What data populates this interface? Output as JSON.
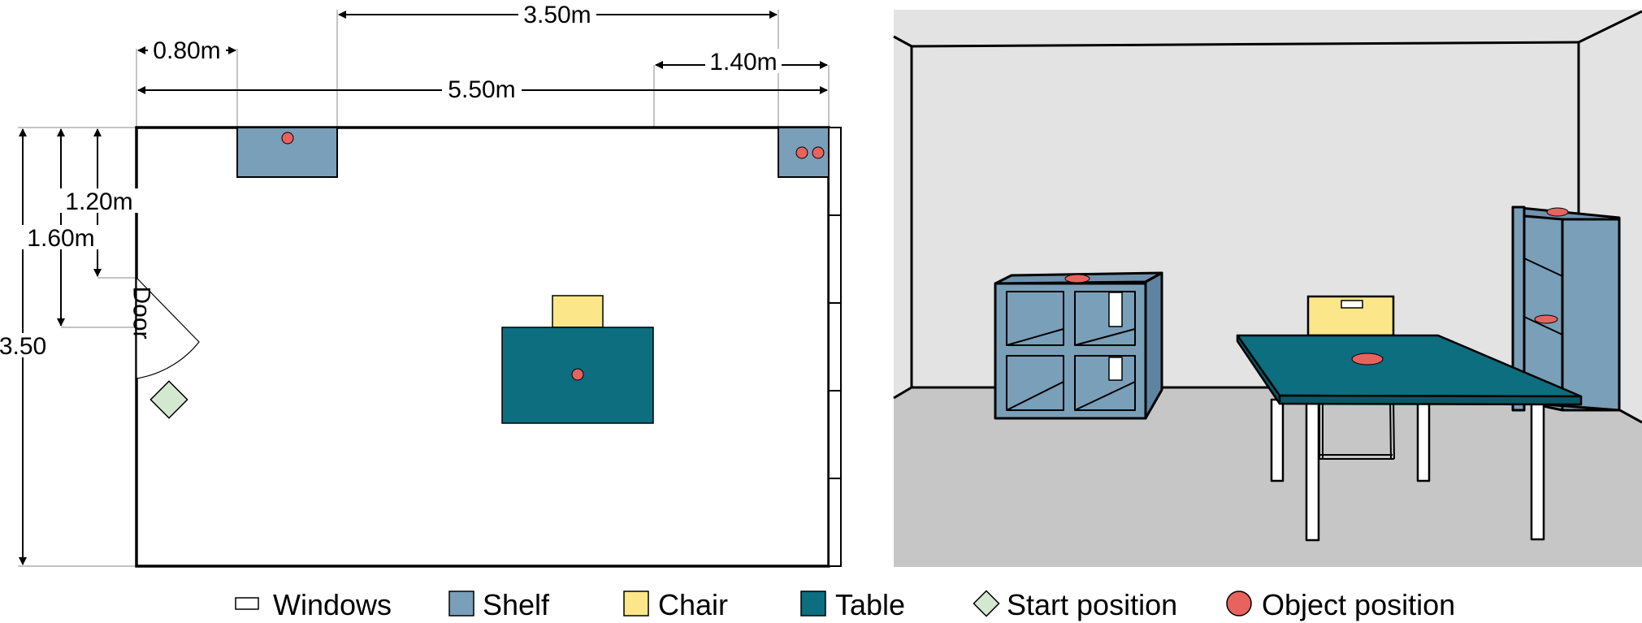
{
  "floor_plan": {
    "dimensions": {
      "total_width": "5.50m",
      "shelf_to_right_shelf": "3.50m",
      "left_to_shelf": "0.80m",
      "table_to_right": "1.40m",
      "door_top": "1.20m",
      "door_bottom": "1.60m",
      "room_depth": "3.50"
    },
    "door_label": "Door"
  },
  "legend": [
    {
      "label": "Windows",
      "swatch": "window",
      "color": "#ffffff"
    },
    {
      "label": "Shelf",
      "swatch": "rect",
      "color": "#7a9fb8"
    },
    {
      "label": "Chair",
      "swatch": "rect",
      "color": "#fbe78a"
    },
    {
      "label": "Table",
      "swatch": "rect",
      "color": "#0d6e80"
    },
    {
      "label": "Start position",
      "swatch": "diamond",
      "color": "#d4e8d1"
    },
    {
      "label": "Object position",
      "swatch": "circle",
      "color": "#e8625e"
    }
  ],
  "colors": {
    "shelf": "#7a9fb8",
    "chair": "#fbe78a",
    "table": "#0d6e80",
    "start": "#d4e8d1",
    "object": "#e8625e",
    "wall": "#e3e3e3",
    "floor": "#c6c6c6"
  }
}
